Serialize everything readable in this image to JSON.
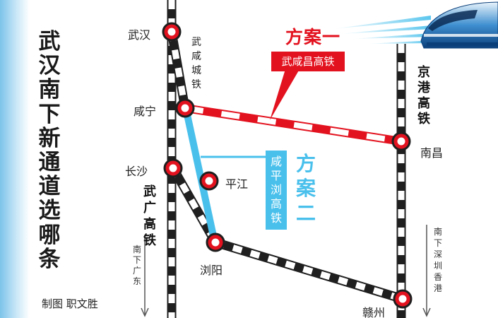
{
  "title": "武汉南下新通道选哪条",
  "credit": "制图 职文胜",
  "cities": {
    "wuhan": "武汉",
    "xianning": "咸宁",
    "changsha": "长沙",
    "pingjiang": "平江",
    "liuyang": "浏阳",
    "nanchang": "南昌",
    "ganzhou": "赣州"
  },
  "lines": {
    "wuxian_intercity": "武咸城铁",
    "wuguang": "武广高铁",
    "jinggang": "京港高铁",
    "towards_guangdong": "南下广东",
    "towards_shenzhen_hk": "南下深圳香港"
  },
  "plans": {
    "plan_a_title": "方案一",
    "plan_a_route": "武咸昌高铁",
    "plan_b_title": "方案二",
    "plan_b_route": "咸平浏高铁"
  },
  "colors": {
    "plan_a": "#e3121f",
    "plan_b": "#49c0ec",
    "rail_dark": "#1f1f1f",
    "station_ring": "#e3121f",
    "left_band": "#7cc3ea"
  },
  "icons": [
    "high-speed-train-icon",
    "arrow-down-icon"
  ]
}
